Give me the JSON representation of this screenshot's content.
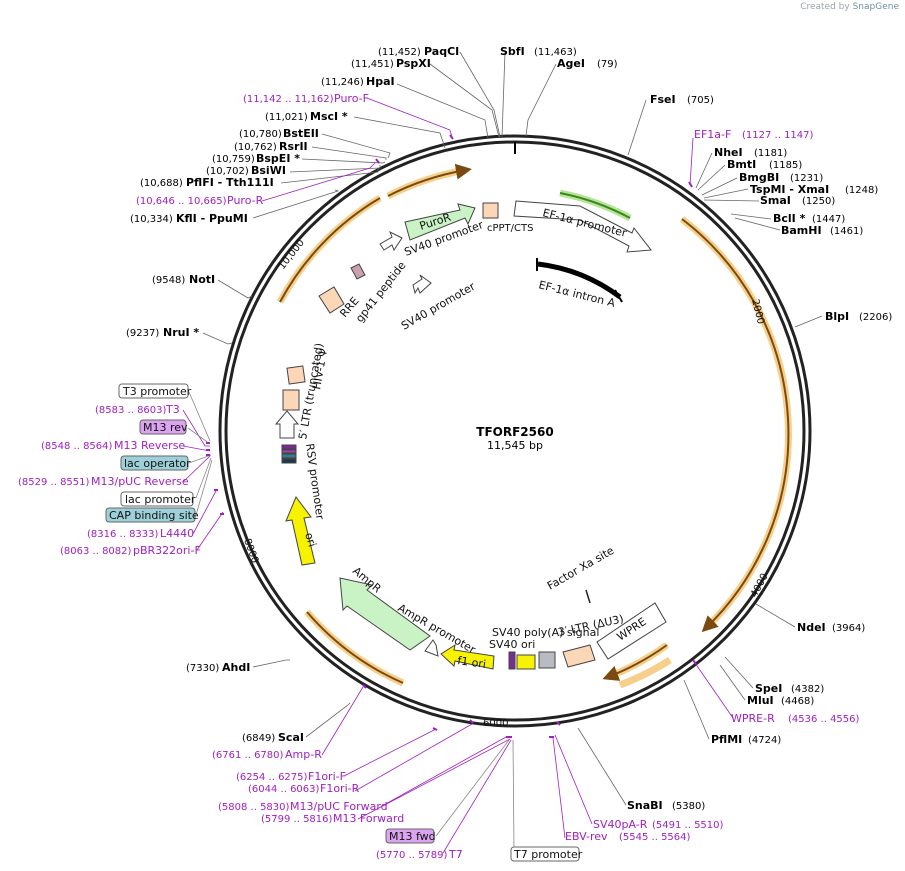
{
  "credit": {
    "prefix": "Created by",
    "brand": "SnapGene"
  },
  "plasmid": {
    "name": "TFORF2560",
    "size": "11,545 bp"
  },
  "colors": {
    "enzyme": "#000000",
    "primer": "#a020c0",
    "backbone": "#222222",
    "orf_highlight": "#f4c77a"
  },
  "ticks": [
    "2000",
    "4000",
    "6000",
    "8000",
    "10,000"
  ],
  "enzymes": [
    {
      "coord": "(11,452)",
      "name": "PaqCI"
    },
    {
      "coord": "(11,451)",
      "name": "PspXI"
    },
    {
      "coord": "(11,246)",
      "name": "HpaI"
    },
    {
      "coord": "(11,021)",
      "name": "MscI *"
    },
    {
      "coord": "(10,780)",
      "name": "BstEII"
    },
    {
      "coord": "(10,762)",
      "name": "RsrII"
    },
    {
      "coord": "(10,759)",
      "name": "BspEI *"
    },
    {
      "coord": "(10,702)",
      "name": "BsiWI"
    },
    {
      "coord": "(10,688)",
      "name": "PflFI  - Tth111I"
    },
    {
      "coord": "(10,334)",
      "name": "KflI  - PpuMI"
    },
    {
      "coord": "(9548)",
      "name": "NotI"
    },
    {
      "coord": "(9237)",
      "name": "NruI *"
    },
    {
      "coord": "(7330)",
      "name": "AhdI"
    },
    {
      "coord": "(6849)",
      "name": "ScaI"
    },
    {
      "name": "SbfI",
      "coord": "(11,463)"
    },
    {
      "name": "AgeI",
      "coord": "(79)"
    },
    {
      "name": "FseI",
      "coord": "(705)"
    },
    {
      "name": "NheI",
      "coord": "(1181)"
    },
    {
      "name": "BmtI",
      "coord": "(1185)"
    },
    {
      "name": "BmgBI",
      "coord": "(1231)"
    },
    {
      "name": "TspMI  - XmaI",
      "coord": "(1248)"
    },
    {
      "name": "SmaI",
      "coord": "(1250)"
    },
    {
      "name": "BclI *",
      "coord": "(1447)"
    },
    {
      "name": "BamHI",
      "coord": "(1461)"
    },
    {
      "name": "BlpI",
      "coord": "(2206)"
    },
    {
      "name": "NdeI",
      "coord": "(3964)"
    },
    {
      "name": "SpeI",
      "coord": "(4382)"
    },
    {
      "name": "MluI",
      "coord": "(4468)"
    },
    {
      "name": "PflMI",
      "coord": "(4724)"
    },
    {
      "name": "SnaBI",
      "coord": "(5380)"
    }
  ],
  "primers": [
    {
      "coord": "(11,142 .. 11,162)",
      "name": "Puro-F"
    },
    {
      "coord": "(10,646 .. 10,665)",
      "name": "Puro-R"
    },
    {
      "coord": "(8583 .. 8603)",
      "name": "T3"
    },
    {
      "coord": "(8548 .. 8564)",
      "name": "M13 Reverse"
    },
    {
      "coord": "(8529 .. 8551)",
      "name": "M13/pUC Reverse"
    },
    {
      "coord": "(8316 .. 8333)",
      "name": "L4440"
    },
    {
      "coord": "(8063 .. 8082)",
      "name": "pBR322ori-F"
    },
    {
      "coord": "(6761 .. 6780)",
      "name": "Amp-R"
    },
    {
      "coord": "(6254 .. 6275)",
      "name": "F1ori-F"
    },
    {
      "coord": "(6044 .. 6063)",
      "name": "F1ori-R"
    },
    {
      "coord": "(5808 .. 5830)",
      "name": "M13/pUC Forward"
    },
    {
      "coord": "(5799 .. 5816)",
      "name": "M13 Forward"
    },
    {
      "coord": "(5770 .. 5789)",
      "name": "T7"
    },
    {
      "name": "EF1a-F",
      "coord": "(1127 .. 1147)"
    },
    {
      "name": "WPRE-R",
      "coord": "(4536 .. 4556)"
    },
    {
      "name": "SV40pA-R",
      "coord": "(5491 .. 5510)"
    },
    {
      "name": "EBV-rev",
      "coord": "(5545 .. 5564)"
    }
  ],
  "boxed_labels": [
    "T3 promoter",
    "M13 rev",
    "lac operator",
    "lac promoter",
    "CAP binding site",
    "M13 fwd",
    "T7 promoter"
  ],
  "features": [
    "PuroR",
    "SV40 promoter",
    "cPPT/CTS",
    "EF-1α promoter",
    "EF-1α intron A",
    "RRE",
    "gp41 peptide",
    "SV40 promoter",
    "HIV-1 Ψ",
    "5′ LTR (truncated)",
    "RSV promoter",
    "ori",
    "AmpR",
    "AmpR promoter",
    "f1 ori",
    "SV40 ori",
    "SV40 poly(A) signal",
    "3′ LTR (ΔU3)",
    "WPRE",
    "Factor Xa site"
  ]
}
